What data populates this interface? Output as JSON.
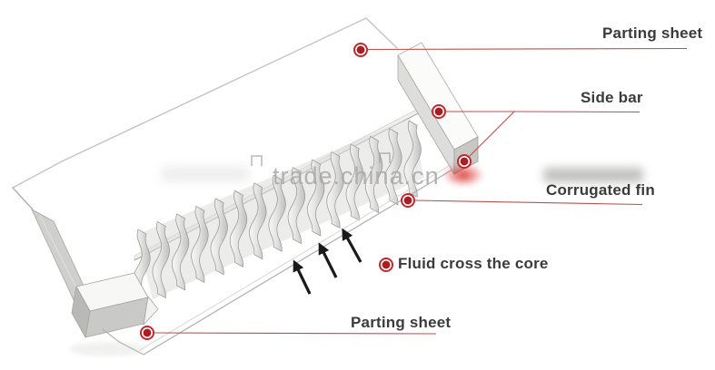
{
  "diagram": {
    "labels": {
      "parting_sheet_top": "Parting sheet",
      "side_bar": "Side bar",
      "corrugated_fin": "Corrugated fin",
      "fluid_cross_core": "Fluid cross the core",
      "parting_sheet_bottom": "Parting sheet"
    },
    "watermark": "trade.china.cn",
    "callout_markers": [
      "parting-sheet-top",
      "side-bar-top-face",
      "side-bar-end-face",
      "corrugated-fin",
      "fluid-cross-the-core-legend",
      "parting-sheet-bottom"
    ],
    "flow_arrow_count": 3,
    "colors": {
      "marker_ring_red": "#c4262b",
      "marker_core_red": "#a81e23",
      "leader_line_red": "#b9514c",
      "label_text": "#3b3b3b",
      "watermark_gray": "#aaa8a7",
      "fin_light": "#f6f6f4",
      "fin_dark": "#bfbfbd",
      "metal_gray": "#cfcfcd",
      "arrow_black": "#1a1a1a"
    }
  }
}
